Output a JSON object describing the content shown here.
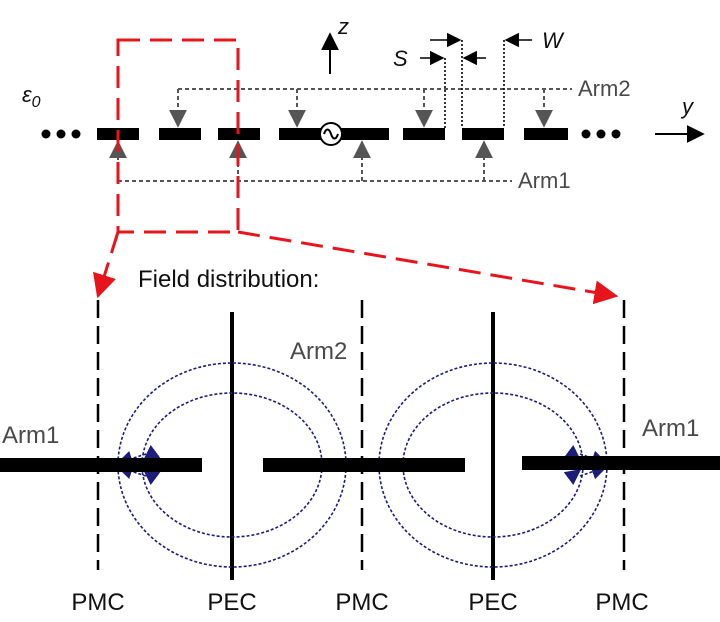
{
  "labels": {
    "epsilon": "ε",
    "epsilon_sub": "0",
    "z_axis": "z",
    "y_axis": "y",
    "s": "S",
    "w": "W",
    "arm2_top": "Arm2",
    "arm1_top": "Arm1",
    "field_distribution": "Field distribution:",
    "arm2_bottom": "Arm2",
    "arm1_left": "Arm1",
    "arm1_right": "Arm1",
    "pmc": "PMC",
    "pec": "PEC"
  },
  "colors": {
    "strip": "#000000",
    "feed_lines": "#555555",
    "zoom_box": "#e8141c",
    "field_lines": "#1c1c7a",
    "arm_label": "#4a4a4a"
  },
  "icons": {
    "source": "ac-source-icon"
  }
}
